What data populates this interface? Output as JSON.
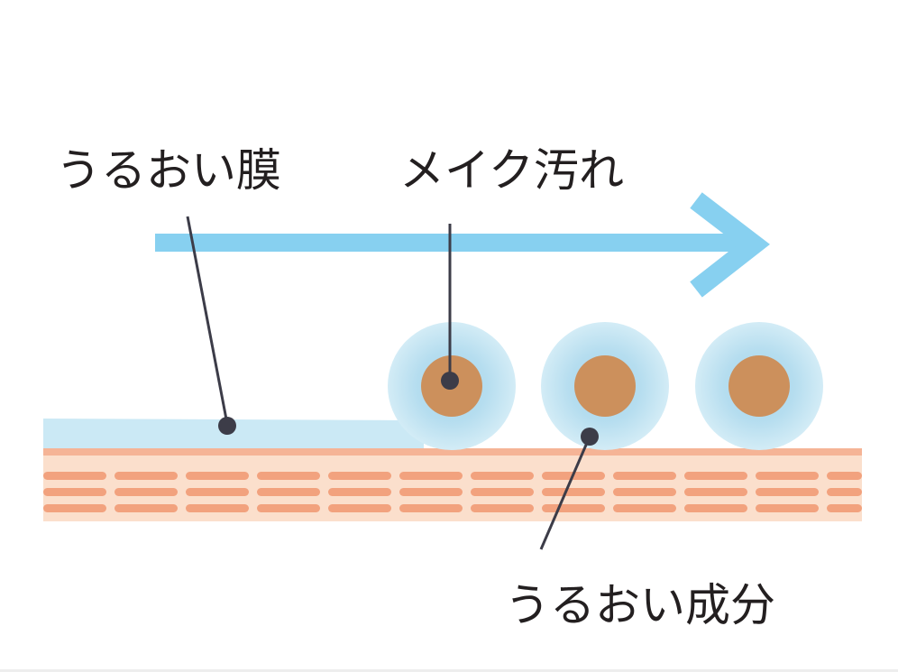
{
  "labels": {
    "moisture_film": "うるおい膜",
    "makeup_dirt": "メイク汚れ",
    "moisture_ingredient": "うるおい成分"
  },
  "colors": {
    "arrow": "#87d0f0",
    "film": "#cbe9f5",
    "skin_base": "#fbdfcc",
    "skin_stripe": "#f2a27e",
    "skin_top_line": "#f5b496",
    "bubble_outer": "#cde9f4",
    "bubble_inner": "#a9d8ec",
    "dirt_core": "#cc905c",
    "leader_line": "#3c3c48"
  },
  "bubbles": [
    {
      "name": "bubble-1"
    },
    {
      "name": "bubble-2"
    },
    {
      "name": "bubble-3"
    }
  ]
}
